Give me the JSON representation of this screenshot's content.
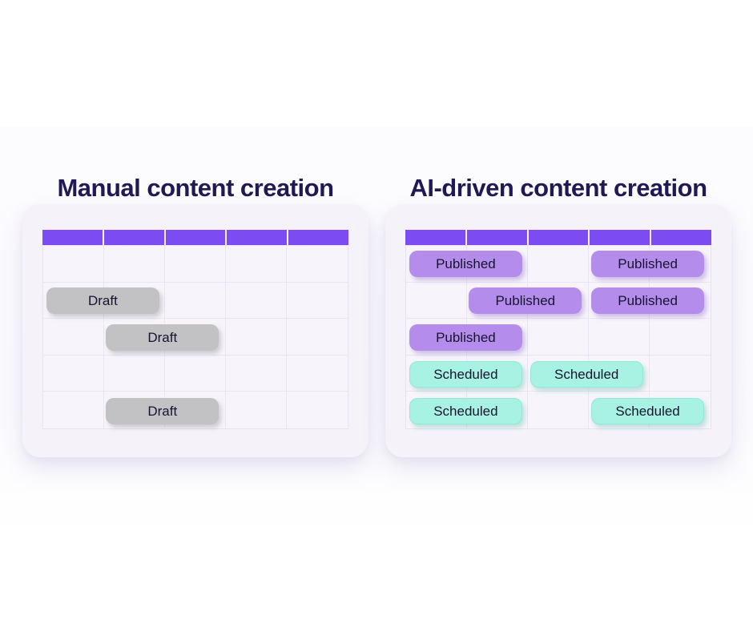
{
  "sections": {
    "left": {
      "heading": "Manual content creation",
      "calendar": {
        "columns": 5,
        "rows": 5,
        "events": [
          {
            "label": "Draft",
            "status": "draft",
            "row": 2,
            "col": 1,
            "span": 2
          },
          {
            "label": "Draft",
            "status": "draft",
            "row": 3,
            "col": 2,
            "span": 2
          },
          {
            "label": "Draft",
            "status": "draft",
            "row": 5,
            "col": 2,
            "span": 2
          }
        ]
      }
    },
    "right": {
      "heading": "AI-driven content creation",
      "calendar": {
        "columns": 5,
        "rows": 5,
        "events": [
          {
            "label": "Published",
            "status": "published",
            "row": 1,
            "col": 1,
            "span": 2
          },
          {
            "label": "Published",
            "status": "published",
            "row": 1,
            "col": 4,
            "span": 2
          },
          {
            "label": "Published",
            "status": "published",
            "row": 2,
            "col": 2,
            "span": 2
          },
          {
            "label": "Published",
            "status": "published",
            "row": 2,
            "col": 4,
            "span": 2
          },
          {
            "label": "Published",
            "status": "published",
            "row": 3,
            "col": 1,
            "span": 2
          },
          {
            "label": "Scheduled",
            "status": "scheduled",
            "row": 4,
            "col": 1,
            "span": 2
          },
          {
            "label": "Scheduled",
            "status": "scheduled",
            "row": 4,
            "col": 3,
            "span": 2
          },
          {
            "label": "Scheduled",
            "status": "scheduled",
            "row": 5,
            "col": 1,
            "span": 2
          },
          {
            "label": "Scheduled",
            "status": "scheduled",
            "row": 5,
            "col": 4,
            "span": 2
          }
        ]
      }
    }
  },
  "colors": {
    "header_bar": "#7C4BF2",
    "published_badge": "#B48CEB",
    "scheduled_badge": "#A7F2E3",
    "draft_badge": "#C2C1C4",
    "heading_text": "#1F1956"
  }
}
